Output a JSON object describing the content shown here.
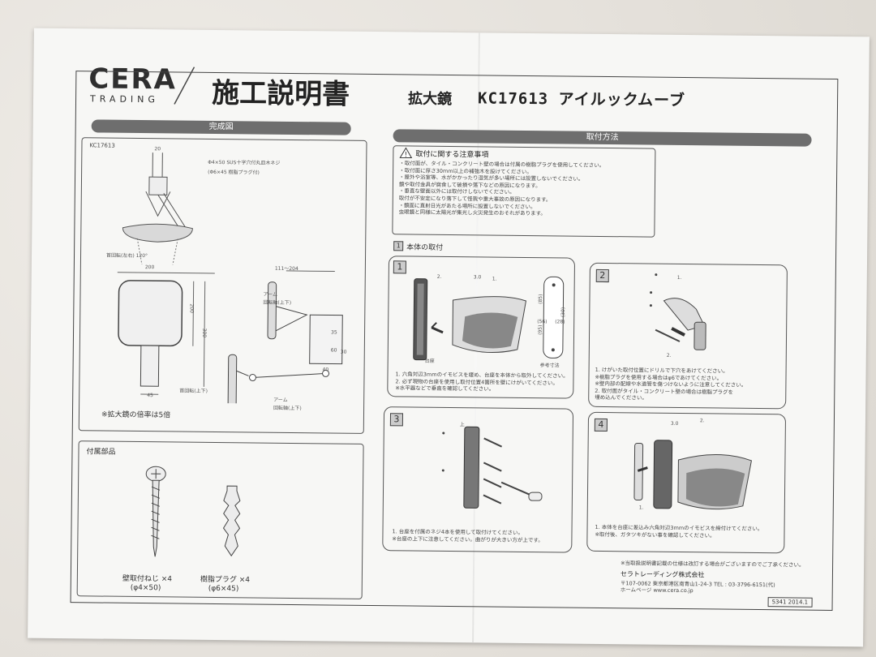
{
  "header": {
    "logo_main": "CERA",
    "logo_sub": "TRADING",
    "title": "施工説明書",
    "product": "拡大鏡",
    "model": "KC17613 アイルックムーブ"
  },
  "completed_diagram": {
    "bar_label": "完成図",
    "model_code": "KC17613",
    "dims": {
      "d20": "20",
      "screw_note": "Φ4×50 SUS十字穴付丸皿木ネジ",
      "plug_note": "(Φ6×45 樹脂プラグ付)",
      "rotation_lr": "首回転(左右) 120°",
      "w200": "200",
      "h200": "200",
      "h300": "300",
      "w45": "45",
      "reach": "111〜204",
      "arm_ud_1": "アーム",
      "arm_ud_1b": "回転軸(上下)",
      "neck_ud": "首回転(上下)",
      "arm_ud_2": "アーム",
      "arm_ud_2b": "回転軸(上下)",
      "d35": "35",
      "d60": "60",
      "d40": "40",
      "d30": "30"
    },
    "magnification_note": "※拡大鏡の倍率は5倍"
  },
  "accessories": {
    "heading": "付属部品",
    "items": [
      {
        "name": "壁取付ねじ ×4",
        "spec": "(φ4×50)"
      },
      {
        "name": "樹脂プラグ ×4",
        "spec": "(φ6×45)"
      }
    ]
  },
  "installation": {
    "bar_label": "取付方法",
    "caution_title": "取付に関する注意事項",
    "caution_lines": [
      "・取付面が、タイル・コンクリート壁の場合は付属の樹脂プラグを使用してください。",
      "・取付面に厚さ30mm以上の補強木を設けてください。",
      "・屋外や浴室等、水がかかったり湿気が多い場所には設置しないでください。",
      "  鏡や取付金具が腐食して破損や落下などの原因になります。",
      "・垂直な壁面以外には取付けしないでください。",
      "  取付が不安定になり落下して怪我や重大事故の原因になります。",
      "・鏡面に直射日光があたる場所に設置しないでください。",
      "  虫眼鏡と同様に太陽光が集光し火災発生のおそれがあります。"
    ],
    "sub_heading_num": "1",
    "sub_heading": "本体の取付",
    "steps": [
      {
        "num": "1",
        "labels": [
          "2.",
          "1.",
          "3.0",
          "台座",
          "参考寸法",
          "(85)",
          "(95)",
          "(56)",
          "(28)",
          "(30)"
        ],
        "notes": [
          "1. 六角対辺3mmのイモビスを緩め、台座を本体から取外してください。",
          "2. 必ず現物の台座を使用し取付位置4箇所を壁にけがいてください。",
          "  ※水平器などで垂直を確認してください。"
        ]
      },
      {
        "num": "2",
        "labels": [
          "1.",
          "2."
        ],
        "notes": [
          "1. けがいた取付位置にドリルで下穴をあけてください。",
          "  ※樹脂プラグを使用する場合はφ6であけてください。",
          "  ※壁内部の配線や水道管を傷つけないように注意してください。",
          "2. 取付面がタイル・コンクリート壁の場合は樹脂プラグを",
          "  埋め込んでください。"
        ]
      },
      {
        "num": "3",
        "labels": [
          "上"
        ],
        "notes": [
          "1. 台座を付属のネジ4本を使用して取付けてください。",
          "  ※台座の上下に注意してください。曲がりが大きい方が上です。"
        ]
      },
      {
        "num": "4",
        "labels": [
          "3.0",
          "2.",
          "1."
        ],
        "notes": [
          "1. 本体を台座に差込み六角対辺3mmのイモビスを締付けてください。",
          "  ※取付後、ガタツキがない事を確認してください。"
        ]
      }
    ]
  },
  "footer": {
    "notice": "※当取扱説明書記載の仕様は改訂する場合がございますのでご了承ください。",
    "company": "セラトレーディング株式会社",
    "address": "〒107-0062 東京都港区南青山1-24-3 TEL : 03-3796-6151(代)",
    "homepage": "ホームページ www.cera.co.jp",
    "doc_code": "5341 2014.1"
  }
}
